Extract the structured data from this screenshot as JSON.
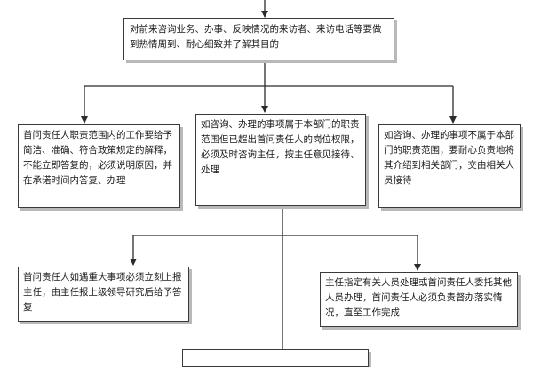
{
  "diagram": {
    "top": "对前来咨询业务、办事、反映情况的来访者、来访电话等要做到热情周到、耐心细致并了解其目的",
    "left": "首问责任人职责范围内的工作要给予简洁、准确、符合政策规定的解释，不能立即答复的，必须说明原因，并在承诺时间内答复、办理",
    "middle": "如咨询、办理的事项属于本部门的职责范围但已超出首问责任人的岗位权限，必须及时咨询主任，按主任意见接待、处理",
    "right": "如咨询、办理的事项不属于本部门的职责范围，要耐心负责地将其介绍到相关部门，交由相关人员接待",
    "bottom_left": "首问责任人如遇重大事项必须立刻上报主任，由主任报上级领导研究后给予答复",
    "bottom_right": "主任指定有关人员处理或首问责任人委托其他人员办理，首问责任人必须负责督办落实情况，直至工作完成"
  },
  "colors": {
    "line": "#2b2b2b",
    "border": "#3a3a3a",
    "shadow": "#b9b9b9"
  }
}
